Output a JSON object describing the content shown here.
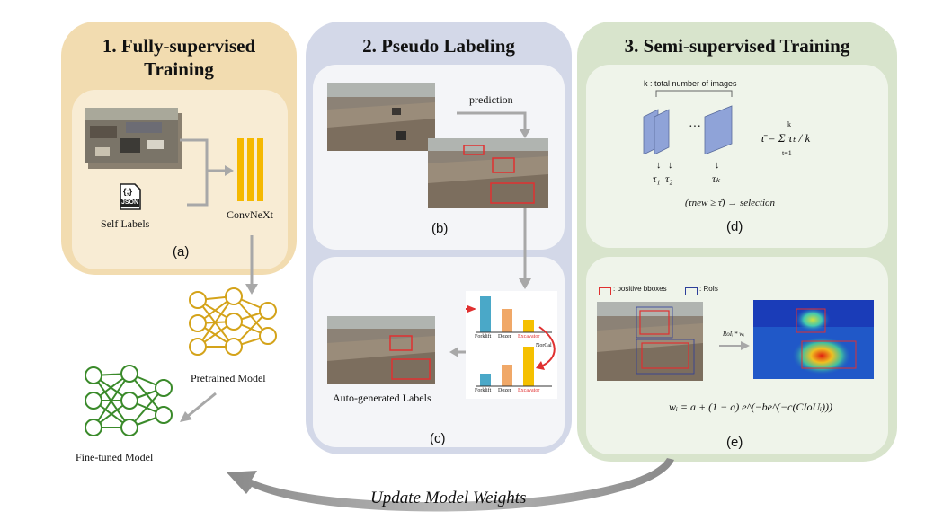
{
  "panel1": {
    "title_line1": "1. Fully-supervised",
    "title_line2": "Training",
    "self_labels": "Self Labels",
    "json_icon_text": "JSON",
    "json_icon_glyph": "{;}",
    "convnext": "ConvNeXt",
    "tag": "(a)",
    "pretrained": "Pretrained Model",
    "finetuned": "Fine-tuned Model"
  },
  "panel2": {
    "title": "2. Pseudo Labeling",
    "prediction": "prediction",
    "tag_b": "(b)",
    "tag_c": "(c)",
    "auto_labels": "Auto-generated Labels",
    "bar_labels": [
      "Forklift",
      "Dozer",
      "Excavator"
    ],
    "norcal": "NorCal"
  },
  "panel3": {
    "title": "3. Semi-supervised  Training",
    "k_label": "k : total number of images",
    "dots": "···",
    "tau1": "τ₁",
    "tau2": "τ₂",
    "tauk": "τₖ",
    "arrow_glyph": "↓",
    "mean_formula": "τ̄ = Σ τₜ / k",
    "sum_top": "k",
    "sum_bottom": "t=1",
    "selection": "(τnew ≥ τ̄) → selection",
    "tag_d": "(d)",
    "legend_pos": ": positive bboxes",
    "legend_roi": ": RoIs",
    "roi_arrow": "RoIᵢ * wᵢ",
    "weight_formula": "wᵢ = a + (1 − a) e^(−be^(−c(CIoUᵢ)))",
    "tag_e": "(e)"
  },
  "footer": {
    "update": "Update Model Weights"
  },
  "colors": {
    "panel1": "#f2dcb0",
    "panel2": "#d3d8e8",
    "panel3": "#d8e4cc",
    "convnext_bar": "#f5b800",
    "pretrained_net": "#d4a31a",
    "finetuned_net": "#3a8a2a",
    "bar_forklift": "#4aa8c8",
    "bar_dozer": "#f0a868",
    "bar_excavator": "#f5c000",
    "bbox_red": "#e03030",
    "roi_blue": "#2c3e9a"
  }
}
